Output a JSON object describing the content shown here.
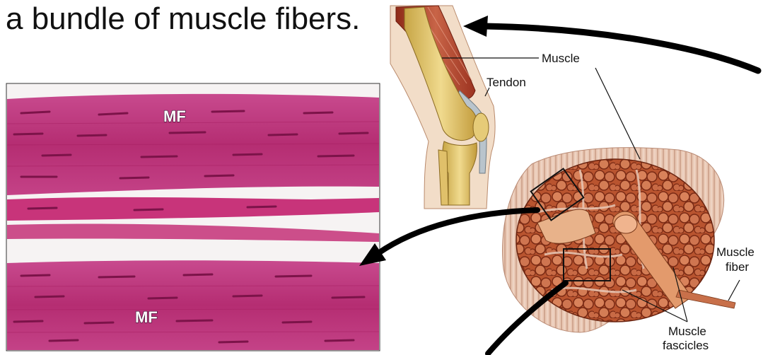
{
  "heading": "a bundle of muscle fibers.",
  "micrograph": {
    "labels": [
      "MF",
      "MF"
    ]
  },
  "illustration": {
    "labels": {
      "muscle": "Muscle",
      "tendon": "Tendon",
      "muscle_fiber_line1": "Muscle",
      "muscle_fiber_line2": "fiber",
      "muscle_fascicles_line1": "Muscle",
      "muscle_fascicles_line2": "fascicles"
    }
  },
  "colors": {
    "tissue_stain": "#c2367e",
    "tissue_dark": "#8e1752",
    "muscle_red": "#b24a2c",
    "bone": "#e3c770",
    "arrow": "#000000"
  }
}
